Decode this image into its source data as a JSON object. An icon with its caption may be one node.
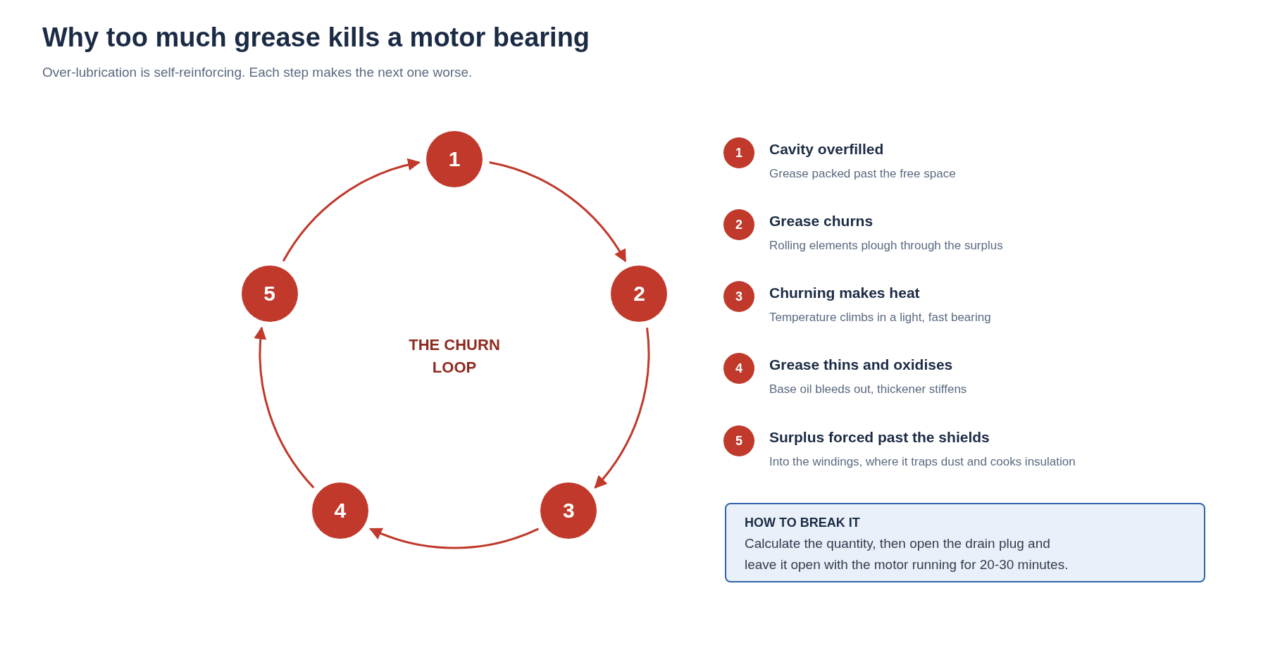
{
  "diagram": {
    "title": "Why too much grease kills a motor bearing",
    "nodes": [
      {
        "text": [
          "1"
        ]
      },
      {
        "text": [
          "2"
        ]
      },
      {
        "text": [
          "3"
        ]
      },
      {
        "text": [
          "4"
        ]
      },
      {
        "text": [
          "5"
        ]
      },
      {
        "text": [
          "1"
        ],
        "beside": [
          "Cavity overfilled",
          "Grease packed past the free space"
        ]
      },
      {
        "text": [
          "2"
        ],
        "beside": [
          "Grease churns",
          "Rolling elements plough through the surplus"
        ]
      },
      {
        "text": [
          "3"
        ],
        "beside": [
          "Churning makes heat",
          "Temperature climbs in a light, fast bearing"
        ]
      },
      {
        "text": [
          "4"
        ],
        "beside": [
          "Grease thins and oxidises",
          "Base oil bleeds out, thickener stiffens"
        ]
      },
      {
        "text": [
          "5"
        ],
        "beside": [
          "Surplus forced past the shields",
          "Into the windings, where it traps dust and cooks insulation"
        ]
      },
      {
        "text": [
          "HOW TO BREAK IT",
          "Calculate the quantity, then open the drain plug and leave it open with the motor running for 20-30 minutes."
        ]
      }
    ],
    "edges": [
      {
        "from": 0,
        "to": 1,
        "arrow": "to"
      },
      {
        "from": 1,
        "to": 2,
        "arrow": "to"
      },
      {
        "from": 2,
        "to": 3,
        "arrow": "to"
      },
      {
        "from": 3,
        "to": 4,
        "arrow": "to"
      },
      {
        "from": 4,
        "to": 0,
        "arrow": "to"
      }
    ],
    "labels": [
      "Over-lubrication is self-reinforcing. Each step makes the next one worse.",
      "THE CHURN LOOP"
    ]
  }
}
